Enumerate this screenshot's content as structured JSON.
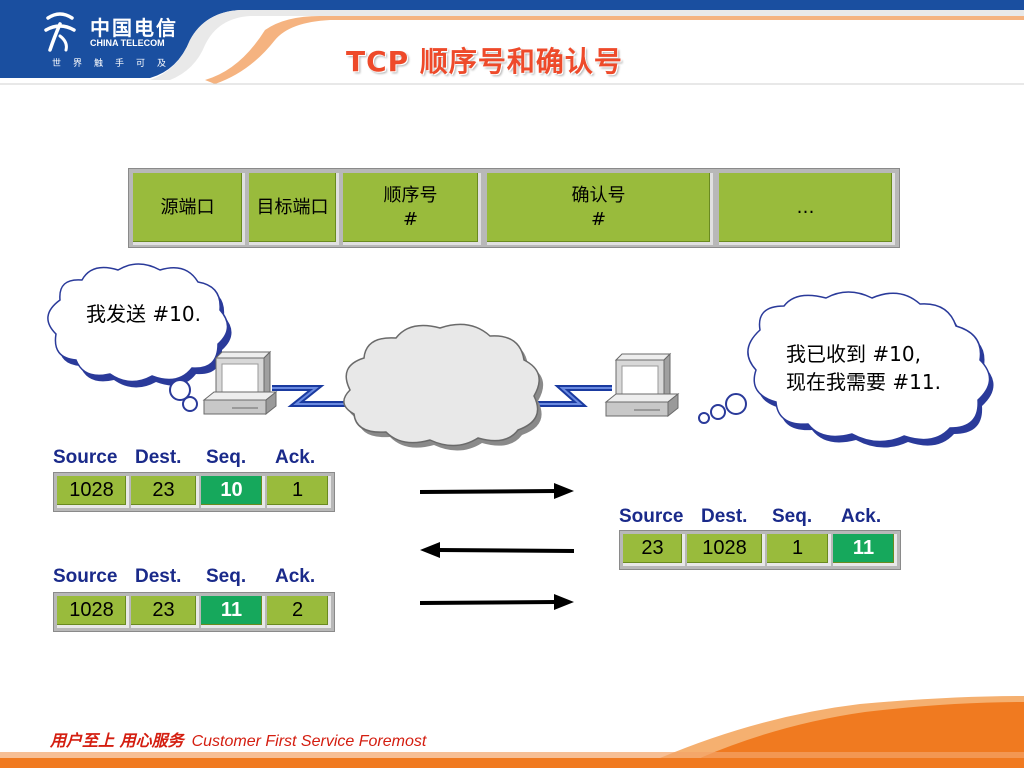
{
  "header": {
    "brand_cn": "中国电信",
    "brand_en": "CHINA TELECOM",
    "slogan": "世界触手可及",
    "title": "TCP 顺序号和确认号"
  },
  "segment_header": {
    "fields": [
      {
        "line1": "源端口",
        "line2": ""
      },
      {
        "line1": "目标端口",
        "line2": ""
      },
      {
        "line1": "顺序号",
        "line2": "#"
      },
      {
        "line1": "确认号",
        "line2": "#"
      },
      {
        "line1": "…",
        "line2": ""
      }
    ]
  },
  "bubbles": {
    "sender": "我发送 #10.",
    "receiver_line1": "我已收到 #10,",
    "receiver_line2": "现在我需要 #11."
  },
  "column_labels": {
    "source": "Source",
    "dest": "Dest.",
    "seq": "Seq.",
    "ack": "Ack."
  },
  "packets": {
    "first": {
      "source": "1028",
      "dest": "23",
      "seq": "10",
      "ack": "1"
    },
    "reply": {
      "source": "23",
      "dest": "1028",
      "seq": "1",
      "ack": "11"
    },
    "second": {
      "source": "1028",
      "dest": "23",
      "seq": "11",
      "ack": "2"
    }
  },
  "footer": {
    "cn": "用户至上  用心服务",
    "en": "Customer First Service Foremost"
  },
  "colors": {
    "brand_blue": "#1a4fa0",
    "title_red": "#ee4a2a",
    "field_green": "#99bb3c",
    "highlight_green": "#16a85c",
    "label_navy": "#1a2a8a",
    "footer_orange": "#f07a20"
  }
}
